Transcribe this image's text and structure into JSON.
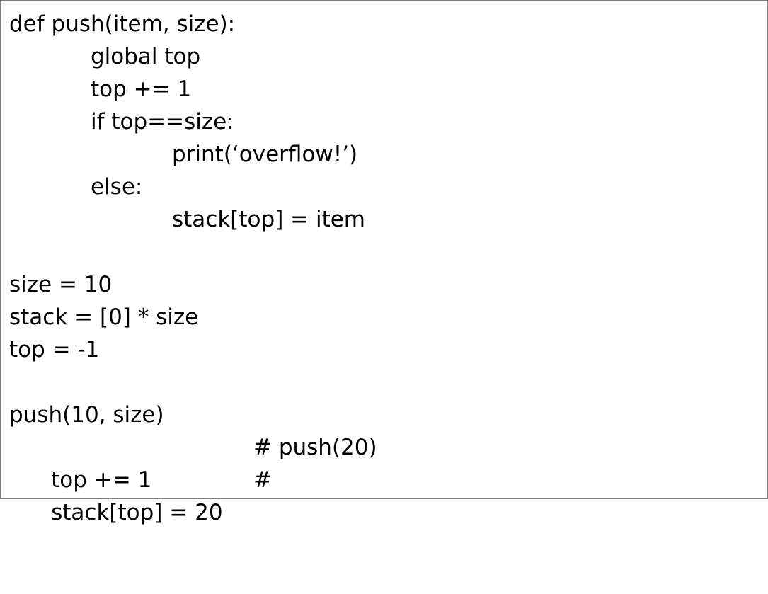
{
  "code": {
    "lines": [
      "def push(item, size):",
      "global top",
      "top += 1",
      "if top==size:",
      "print(‘overflow!’)",
      "else:",
      "stack[top] = item",
      "",
      "size = 10",
      "stack = [0] * size",
      "top = -1",
      "",
      "push(10, size)",
      "top += 1",
      "stack[top] = 20"
    ],
    "comments": {
      "line13": "# push(20)",
      "line14": "#"
    }
  }
}
